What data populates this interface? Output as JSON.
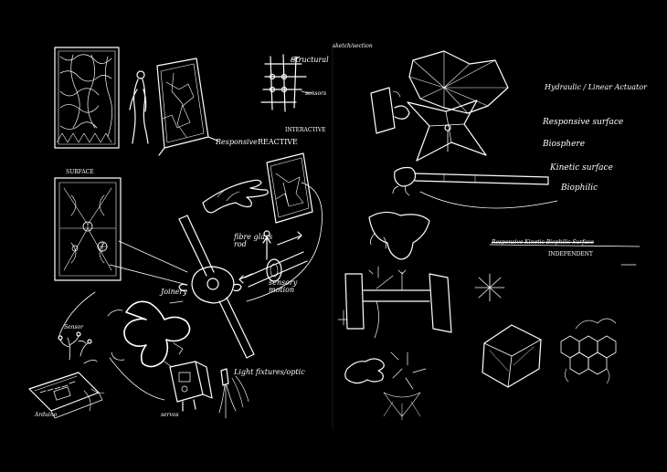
{
  "labels": {
    "structural": "Structural",
    "sensors_top": "sensors",
    "responsive": "Responsive",
    "reactive": "REACTIVE",
    "interactive": "INTERACTIVE",
    "surface": "SURFACE",
    "fibre_glass": "fibre glass rod",
    "joinery": "Joinery",
    "sensory_motion": "sensory motion",
    "sensor": "Sensor",
    "arduino": "Arduino",
    "light_fixtures": "Light fixtures/optic",
    "servos": "servos",
    "hydraulic": "Hydraulic / Linear Actuator",
    "responsive_surface": "Responsive surface",
    "biosphere": "Biosphere",
    "kinetic_surface": "Kinetic surface",
    "biophilic": "Biophilic",
    "struck_line": "Responsive Kinetic Biophilic Surface",
    "independent": "INDEPENDENT",
    "top_note": "sketch/section"
  }
}
